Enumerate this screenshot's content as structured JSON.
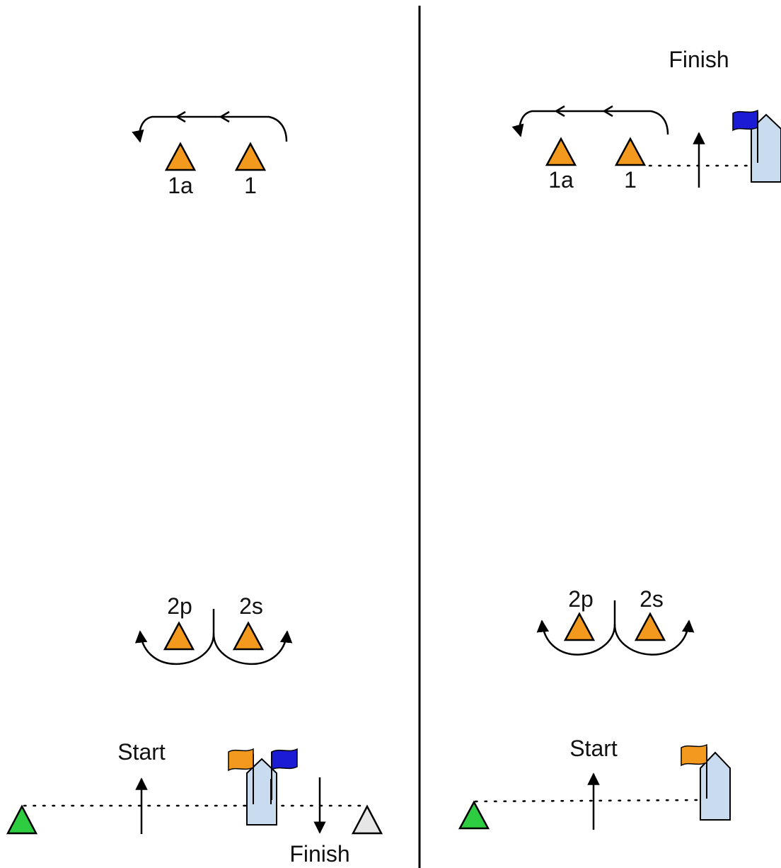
{
  "colors": {
    "mark_orange": "#f39a1e",
    "start_pin_green": "#2ecc40",
    "finish_pin_white": "#e6e6e6",
    "committee_boat": "#c9dcef",
    "flag_orange": "#f39a1e",
    "flag_blue": "#1b1bd6"
  },
  "left_course": {
    "top_marks": {
      "mark_1a": "1a",
      "mark_1": "1"
    },
    "gate_marks": {
      "mark_2p": "2p",
      "mark_2s": "2s"
    },
    "start_label": "Start",
    "finish_label": "Finish"
  },
  "right_course": {
    "finish_label": "Finish",
    "top_marks": {
      "mark_1a": "1a",
      "mark_1": "1"
    },
    "gate_marks": {
      "mark_2p": "2p",
      "mark_2s": "2s"
    },
    "start_label": "Start"
  }
}
